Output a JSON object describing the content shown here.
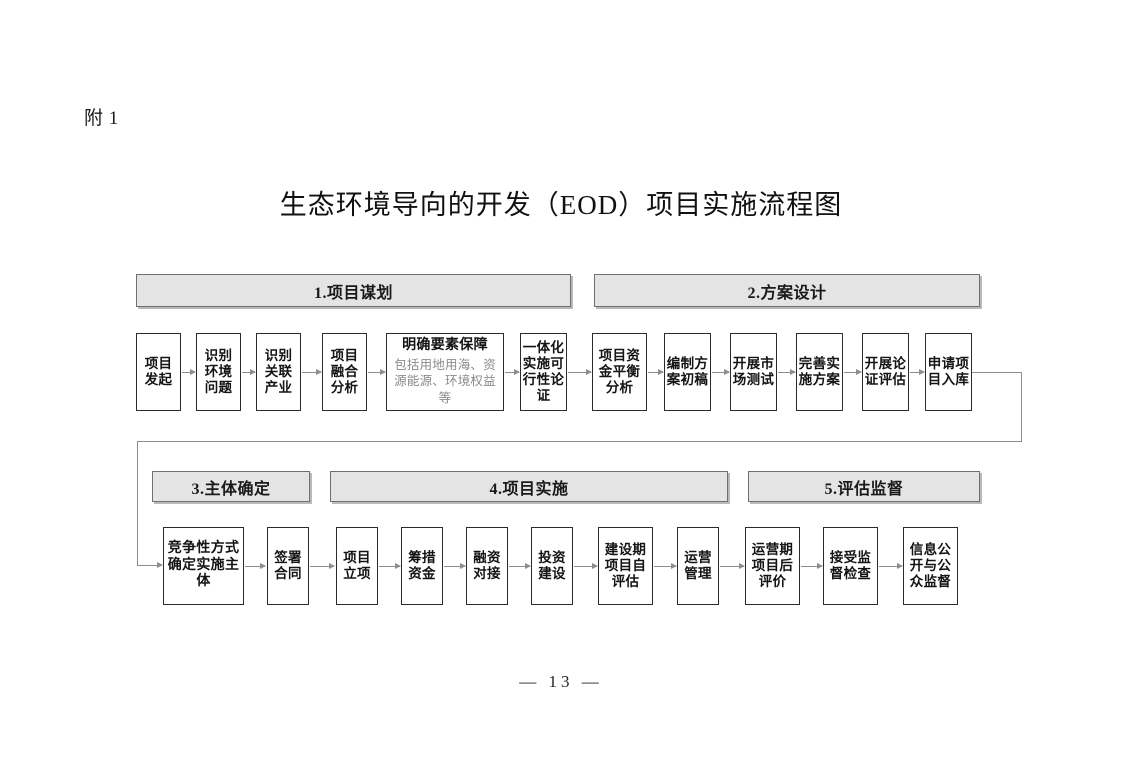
{
  "document": {
    "attachment_label": "附 1",
    "title": "生态环境导向的开发（EOD）项目实施流程图",
    "footer": "— 13 —"
  },
  "stages": [
    {
      "id": "stage-1",
      "label": "1.项目谋划"
    },
    {
      "id": "stage-2",
      "label": "2.方案设计"
    },
    {
      "id": "stage-3",
      "label": "3.主体确定"
    },
    {
      "id": "stage-4",
      "label": "4.项目实施"
    },
    {
      "id": "stage-5",
      "label": "5.评估监督"
    }
  ],
  "row1": [
    {
      "id": "n1",
      "title": "项目发起",
      "sub": ""
    },
    {
      "id": "n2",
      "title": "识别环境问题",
      "sub": ""
    },
    {
      "id": "n3",
      "title": "识别关联产业",
      "sub": ""
    },
    {
      "id": "n4",
      "title": "项目融合分析",
      "sub": ""
    },
    {
      "id": "n5",
      "title": "明确要素保障",
      "sub": "包括用地用海、资源能源、环境权益等"
    },
    {
      "id": "n6",
      "title": "一体化实施可行性论证",
      "sub": ""
    },
    {
      "id": "n7",
      "title": "项目资金平衡分析",
      "sub": ""
    },
    {
      "id": "n8",
      "title": "编制方案初稿",
      "sub": ""
    },
    {
      "id": "n9",
      "title": "开展市场测试",
      "sub": ""
    },
    {
      "id": "n10",
      "title": "完善实施方案",
      "sub": ""
    },
    {
      "id": "n11",
      "title": "开展论证评估",
      "sub": ""
    },
    {
      "id": "n12",
      "title": "申请项目入库",
      "sub": ""
    }
  ],
  "row2": [
    {
      "id": "m1",
      "title": "竞争性方式确定实施主体",
      "sub": ""
    },
    {
      "id": "m2",
      "title": "签署合同",
      "sub": ""
    },
    {
      "id": "m3",
      "title": "项目立项",
      "sub": ""
    },
    {
      "id": "m4",
      "title": "筹措资金",
      "sub": ""
    },
    {
      "id": "m5",
      "title": "融资对接",
      "sub": ""
    },
    {
      "id": "m6",
      "title": "投资建设",
      "sub": ""
    },
    {
      "id": "m7",
      "title": "建设期项目自评估",
      "sub": ""
    },
    {
      "id": "m8",
      "title": "运营管理",
      "sub": ""
    },
    {
      "id": "m9",
      "title": "运营期项目后评价",
      "sub": ""
    },
    {
      "id": "m10",
      "title": "接受监督检查",
      "sub": ""
    },
    {
      "id": "m11",
      "title": "信息公开与公众监督",
      "sub": ""
    }
  ],
  "colors": {
    "stage_bar_fill": "#e4e4e4",
    "stage_bar_border": "#6f6f6f",
    "node_border": "#2b2b2b",
    "arrow": "#8d8d8d",
    "sub_text": "#8a8a8a"
  }
}
